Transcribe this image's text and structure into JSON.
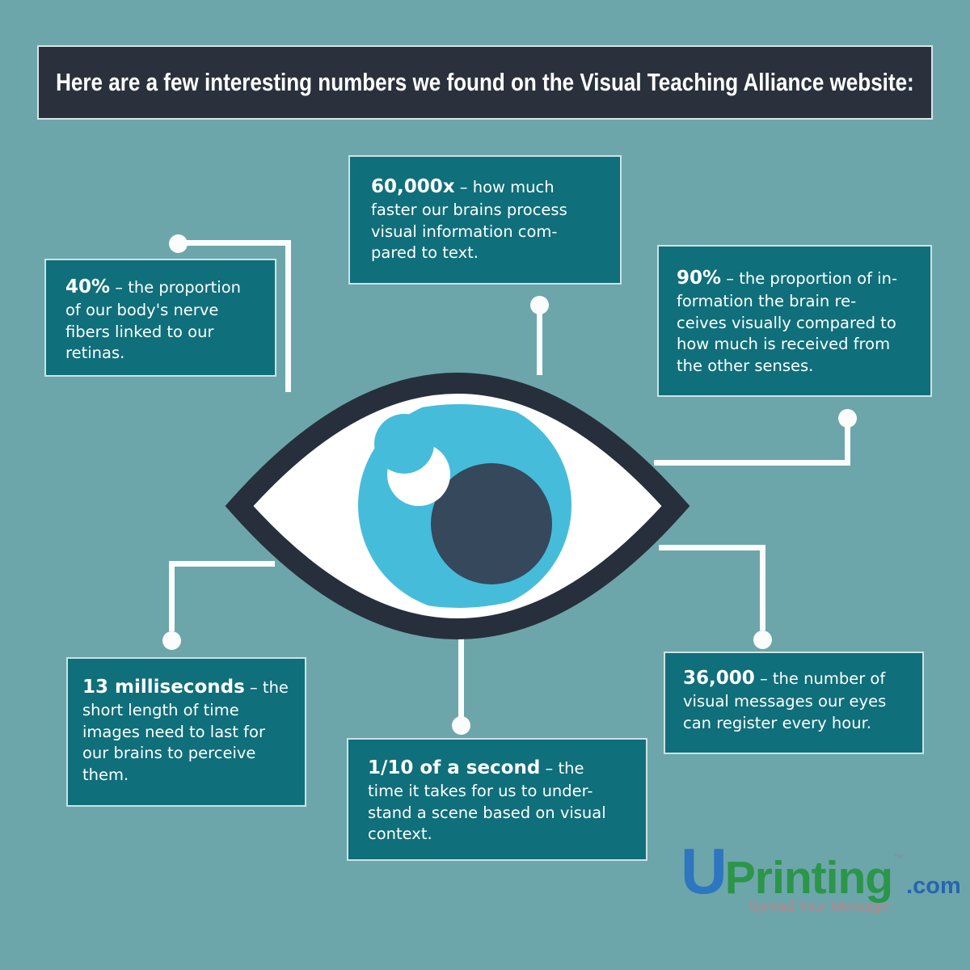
{
  "header": {
    "title": "Here are a few interesting numbers we found on the Visual Teaching Alliance website:"
  },
  "stats": [
    {
      "name": "brain-processing-speed",
      "bold": "60,000x",
      "rest": " – how much\nfaster our brains process\nvisual information com-\npared to text."
    },
    {
      "name": "nerve-fibers-proportion",
      "bold": "40%",
      "rest": " – the proportion\nof our body's nerve\nfibers linked to our\nretinas."
    },
    {
      "name": "visual-information-share",
      "bold": "90%",
      "rest": " – the proportion of in-\nformation the brain re-\nceives visually compared to\nhow much is received from\nthe other senses."
    },
    {
      "name": "image-perception-time",
      "bold": "13 milliseconds",
      "rest": " – the\nshort length of time\nimages need to last for\nour brains to perceive\nthem."
    },
    {
      "name": "scene-understanding-time",
      "bold": "1/10 of a second",
      "rest": " – the\ntime it takes for us to under-\nstand a scene based on visual\ncontext."
    },
    {
      "name": "visual-messages-per-hour",
      "bold": "36,000",
      "rest": " – the number of\nvisual messages our eyes\ncan register every hour."
    }
  ],
  "logo": {
    "u": "U",
    "printing": "Printing",
    "tm": "™",
    "com": ".com",
    "tagline": "Spread Your Message!"
  },
  "colors": {
    "background": "#6CA6AA",
    "box_teal": "#0F6F7A",
    "header_navy": "#2A313D",
    "eye_outline": "#272F3C",
    "iris_blue": "#46BCDB",
    "pupil_navy": "#36485C",
    "connector_white": "#FBFDFD",
    "logo_blue": "#2E76BF",
    "logo_green": "#2B9549",
    "logo_com_blue": "#2765B0",
    "tagline_rose": "#B8868D"
  }
}
